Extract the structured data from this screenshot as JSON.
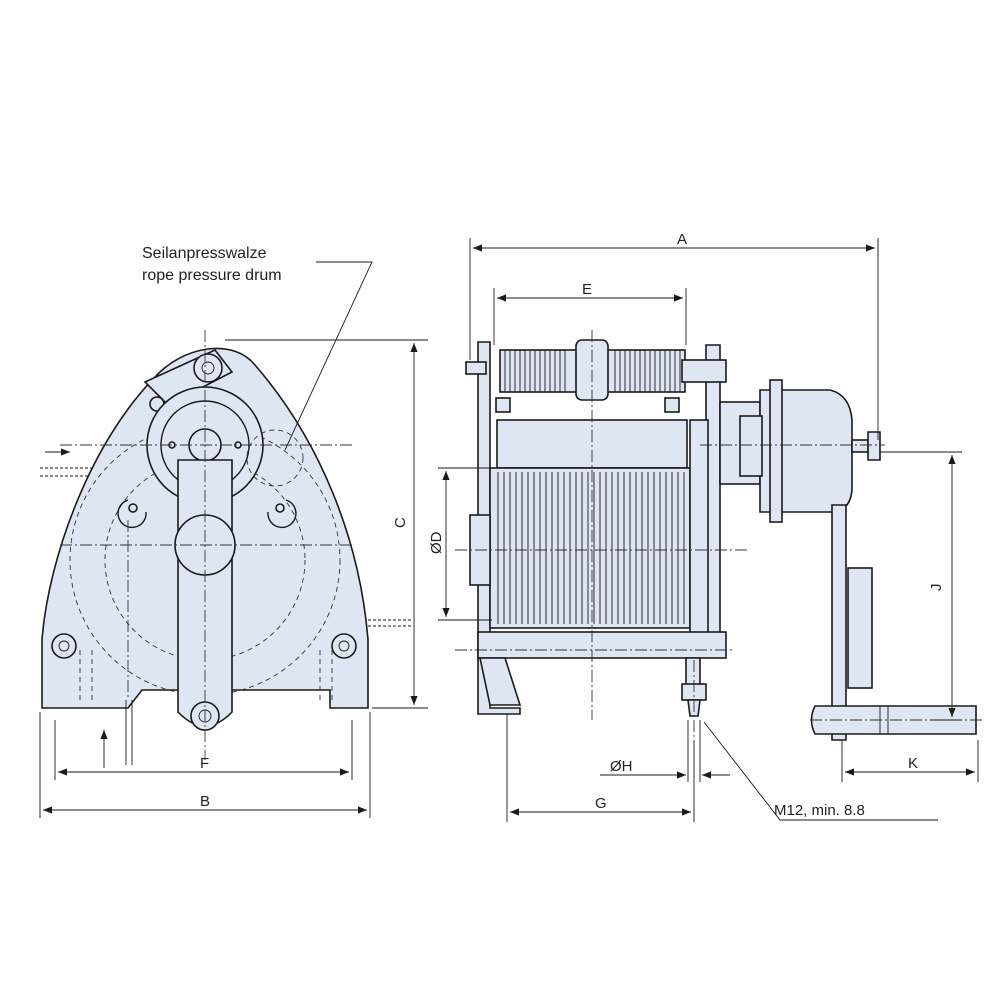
{
  "labels": {
    "rope_drum_de": "Seilanpresswalze",
    "rope_drum_en": "rope pressure drum",
    "dim_a": "A",
    "dim_b": "B",
    "dim_c": "C",
    "dim_d": "ØD",
    "dim_e": "E",
    "dim_f": "F",
    "dim_g": "G",
    "dim_h": "ØH",
    "dim_j": "J",
    "dim_k": "K",
    "bolt_spec": "M12, min. 8.8"
  },
  "colors": {
    "body_fill": "#dfe6f3",
    "line": "#1a1a1a"
  }
}
